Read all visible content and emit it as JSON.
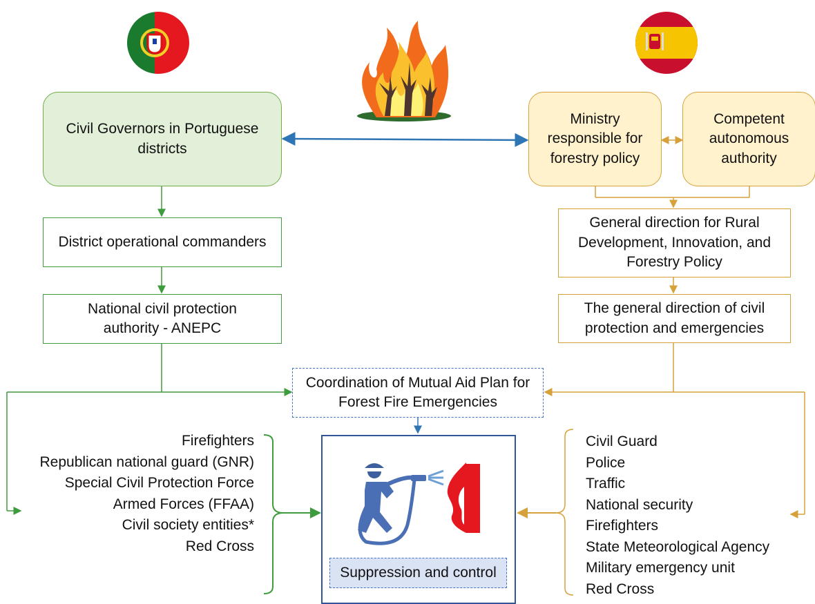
{
  "portugal": {
    "flag_icon": "portugal-flag-icon",
    "governors": "Civil Governors in Portuguese districts",
    "commanders": "District operational commanders",
    "authority": "National civil protection authority - ANEPC",
    "actors": [
      "Firefighters",
      "Republican national guard (GNR)",
      "Special Civil Protection Force",
      "Armed Forces (FFAA)",
      "Civil society entities*",
      "Red Cross"
    ]
  },
  "spain": {
    "flag_icon": "spain-flag-icon",
    "ministry": "Ministry responsible for forestry policy",
    "autonomous": "Competent autonomous authority",
    "general_direction": "General direction for Rural Development, Innovation, and Forestry Policy",
    "civil_protection": "The general direction of civil protection and emergencies",
    "actors": [
      "Civil Guard",
      "Police",
      "Traffic",
      "National security",
      "Firefighters",
      "State Meteorological Agency",
      "Military emergency unit",
      "Red Cross"
    ]
  },
  "center": {
    "fire_icon": "forest-fire-icon",
    "coordination": "Coordination of Mutual Aid Plan for Forest Fire Emergencies",
    "suppression_icon": "firefighter-hose-icon",
    "suppression": "Suppression and control"
  },
  "colors": {
    "portugal": "#3e9b3e",
    "spain": "#d6a13a",
    "link": "#2e75b6"
  }
}
